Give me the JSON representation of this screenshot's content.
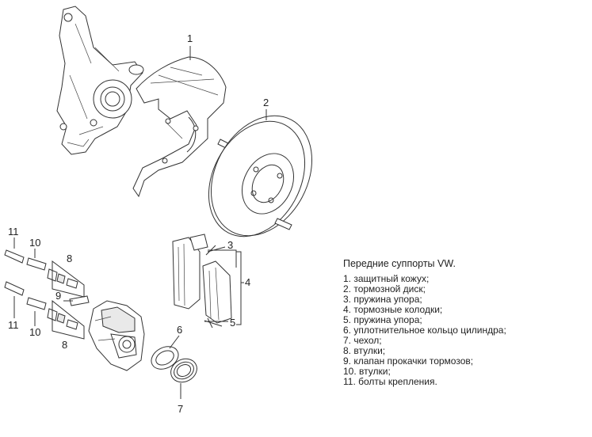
{
  "legend": {
    "title": "Передние суппорты VW.",
    "items": [
      "1. защитный кожух;",
      "2. тормозной диск;",
      "3. пружина упора;",
      "4. тормозные колодки;",
      "5. пружина упора;",
      "6. уплотнительное кольцо цилиндра;",
      "7. чехол;",
      "8. втулки;",
      "9. клапан прокачки тормозов;",
      "10. втулки;",
      "11. болты крепления."
    ]
  },
  "callouts": {
    "n1": "1",
    "n2": "2",
    "n3": "3",
    "n4": "4",
    "n5": "5",
    "n6": "6",
    "n7": "7",
    "n8a": "8",
    "n8b": "8",
    "n9": "9",
    "n10a": "10",
    "n10b": "10",
    "n11a": "11",
    "n11b": "11"
  }
}
